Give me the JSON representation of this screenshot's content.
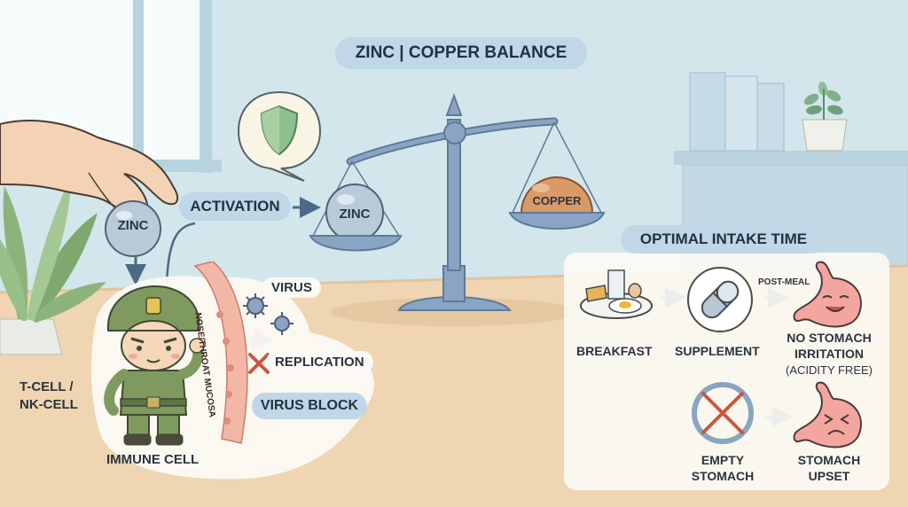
{
  "title": "ZINC | COPPER BALANCE",
  "activation_label": "ACTIVATION",
  "zinc_hand_label": "ZINC",
  "scale": {
    "left_label": "ZINC",
    "right_label": "COPPER"
  },
  "immune": {
    "cell_label_line1": "T-CELL /",
    "cell_label_line2": "NK-CELL",
    "caption": "IMMUNE CELL",
    "mucosa_label": "NOSE/THROAT MUCOSA",
    "virus_label": "VIRUS",
    "replication_label": "REPLICATION",
    "virus_block_label": "VIRUS BLOCK"
  },
  "intake": {
    "title": "OPTIMAL INTAKE TIME",
    "breakfast": "BREAKFAST",
    "supplement": "SUPPLEMENT",
    "post_meal": "POST-MEAL",
    "no_irritation_line1": "NO STOMACH",
    "no_irritation_line2": "IRRITATION",
    "acidity_free": "(ACIDITY FREE)",
    "empty_line1": "EMPTY",
    "empty_line2": "STOMACH",
    "upset_line1": "STOMACH",
    "upset_line2": "UPSET"
  },
  "colors": {
    "pill_blue": "#bfd7e6",
    "wall": "#cfe3ea",
    "desk": "#f0d6b3",
    "scale_metal": "#8aa4c4",
    "zinc_ball": "#b9cbd9",
    "copper_ball": "#d99a6a",
    "soldier_green": "#7f9a5e",
    "stomach_pink": "#f3a6a0",
    "cross_red": "#c9573f"
  },
  "icons": [
    "shield-icon",
    "hand-icon",
    "virus-icon",
    "cross-icon",
    "plant-icon",
    "books-icon",
    "plate-icon",
    "capsule-icon",
    "stomach-happy-icon",
    "stomach-upset-icon",
    "arrow-icon"
  ]
}
